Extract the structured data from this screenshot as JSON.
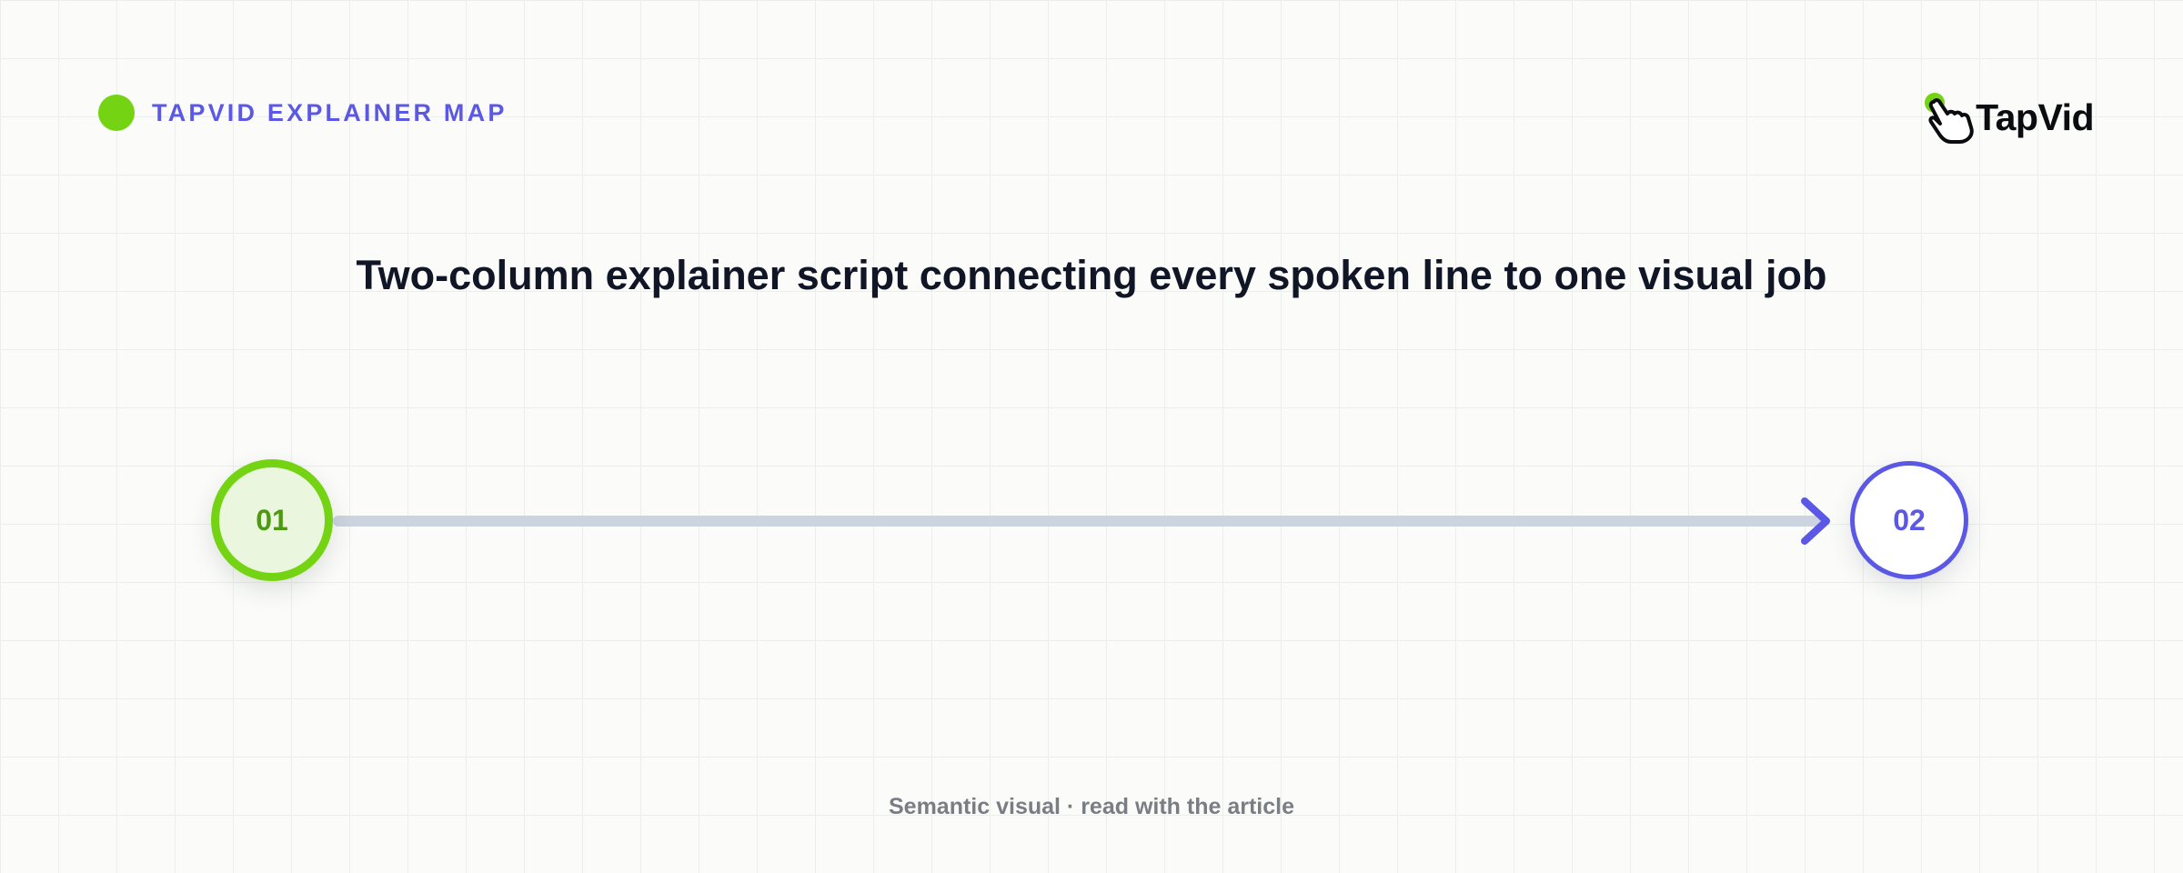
{
  "header": {
    "label": "TAPVID EXPLAINER MAP",
    "logo_text": "TapVid"
  },
  "title": "Two-column explainer script connecting every spoken line to one visual job",
  "diagram": {
    "nodes": [
      {
        "label": "01",
        "color": "#74d414"
      },
      {
        "label": "02",
        "color": "#5b58e6"
      }
    ],
    "connector": {
      "from": "01",
      "to": "02",
      "color": "#ccd4df",
      "arrow_color": "#5b58e6"
    }
  },
  "footer": "Semantic visual · read with the article",
  "colors": {
    "accent_green": "#74d414",
    "accent_indigo": "#5b58e6",
    "title_text": "#111627",
    "muted_text": "#7a7d84"
  },
  "icons": {
    "brand_dot": "green-dot-icon",
    "logo": "tapvid-hand-pointer-icon",
    "arrow": "arrow-right-icon"
  }
}
